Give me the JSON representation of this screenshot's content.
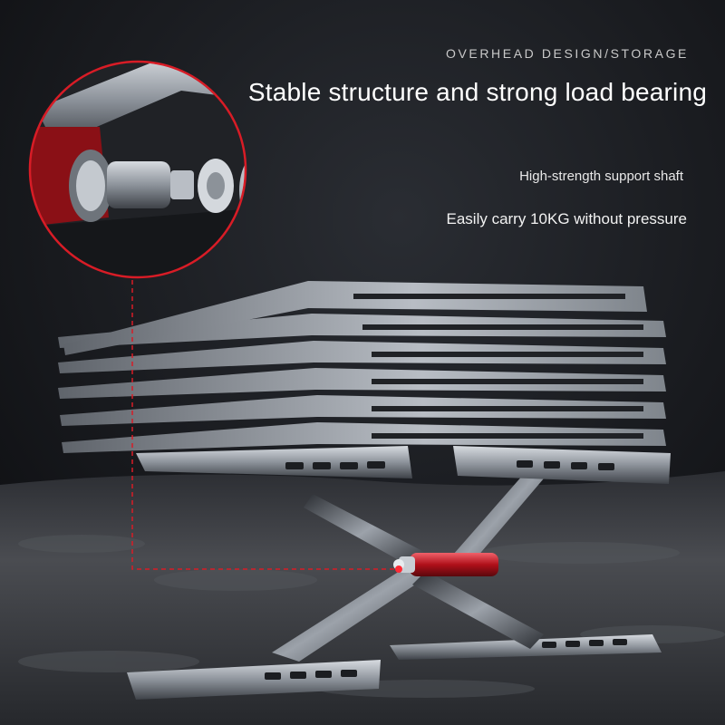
{
  "hero": {
    "eyebrow": "OVERHEAD DESIGN/STORAGE",
    "headline": "Stable structure and strong load bearing",
    "feature_shaft": "High-strength support shaft",
    "feature_load": "Easily carry 10KG without pressure"
  },
  "colors": {
    "background": "#15171b",
    "ground": "#3a3c41",
    "metal": "#9aa0a8",
    "accent_red": "#c0141e"
  },
  "product": {
    "stacked_laptops": 6
  }
}
